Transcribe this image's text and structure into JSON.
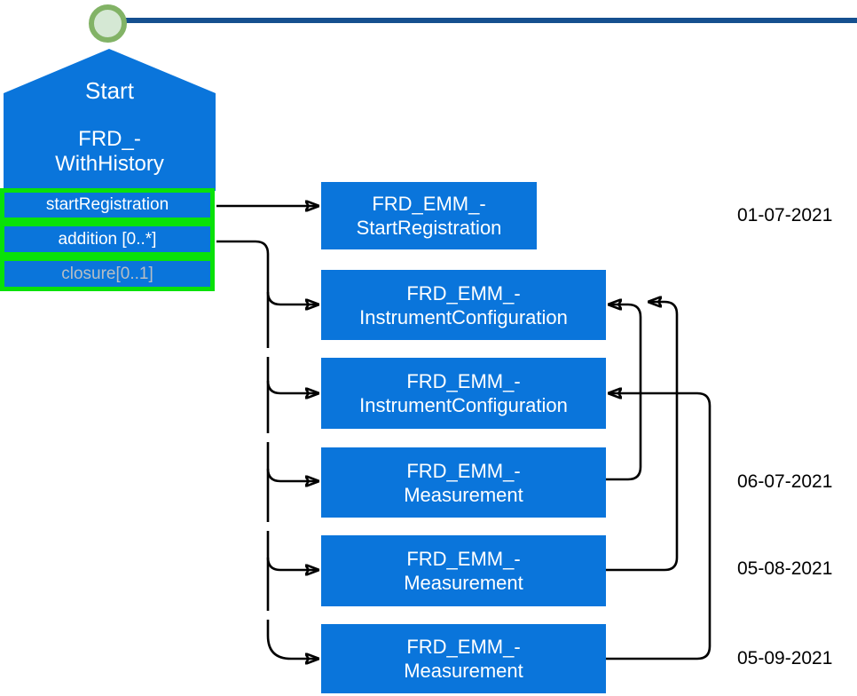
{
  "start_node": {
    "label": "Start",
    "name_line1": "FRD_-",
    "name_line2": "WithHistory",
    "rows": [
      {
        "label": "startRegistration"
      },
      {
        "label": "addition [0..*]"
      },
      {
        "label": "closure[0..1]"
      }
    ]
  },
  "nodes": [
    {
      "line1": "FRD_EMM_-",
      "line2": "StartRegistration"
    },
    {
      "line1": "FRD_EMM_-",
      "line2": "InstrumentConfiguration"
    },
    {
      "line1": "FRD_EMM_-",
      "line2": "InstrumentConfiguration"
    },
    {
      "line1": "FRD_EMM_-",
      "line2": "Measurement"
    },
    {
      "line1": "FRD_EMM_-",
      "line2": "Measurement"
    },
    {
      "line1": "FRD_EMM_-",
      "line2": "Measurement"
    }
  ],
  "dates": [
    "01-07-2021",
    "06-07-2021",
    "05-08-2021",
    "05-09-2021"
  ],
  "colors": {
    "node_blue": "#0a75db",
    "timeline_blue": "#15508f",
    "highlight_green": "#09e109",
    "circle_fill": "#d5e8d4",
    "circle_stroke": "#82b366",
    "muted_text": "#b7bec4",
    "connector": "#000000"
  }
}
